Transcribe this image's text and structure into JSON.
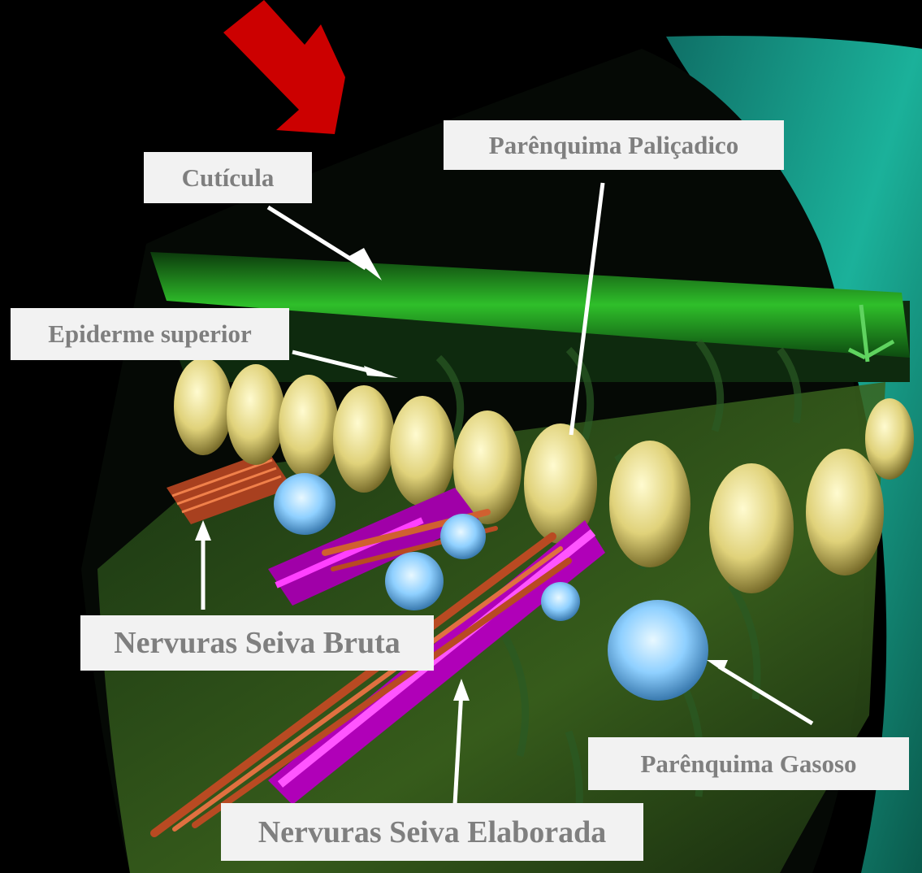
{
  "diagram": {
    "labels": {
      "cuticula": "Cutícula",
      "parenquima_palicadico": "Parênquima  Paliçadico",
      "epiderme_superior": "Epiderme superior",
      "nervuras_seiva_bruta": "Nervuras Seiva Bruta",
      "parenquima_gasoso": "Parênquima  Gasoso",
      "nervuras_seiva_elaborada": "Nervuras Seiva Elaborada"
    },
    "colors": {
      "label_background": "#f2f2f2",
      "label_text": "#7f7f7f",
      "pointer_arrow": "#cc0000",
      "leader_line": "#ffffff",
      "cuticle": "#1f9a1f",
      "palisade_cells": "#e6dc8c",
      "spongy_cells": "#a8dcff",
      "xylem": "#c8502a",
      "phloem": "#c000c8",
      "leaf_edge": "#1a8c7a"
    }
  }
}
